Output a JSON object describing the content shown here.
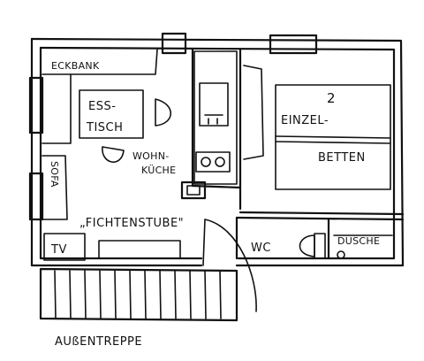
{
  "labels": {
    "eckbank": "ECKBANK",
    "ess": "ESS-",
    "tisch": "TISCH",
    "wohn": "WOHN-",
    "kueche": "KÜCHE",
    "sofa": "SOFA",
    "tv": "TV",
    "fichtenstube": "„FICHTENSTUBE\"",
    "wc": "WC",
    "dusche": "DUSCHE",
    "bed_number": "2",
    "einzel": "EINZEL-",
    "betten": "BETTEN",
    "aussentreppe": "AUßENTREPPE"
  },
  "colors": {
    "ink": "#111111",
    "paper": "#ffffff"
  }
}
